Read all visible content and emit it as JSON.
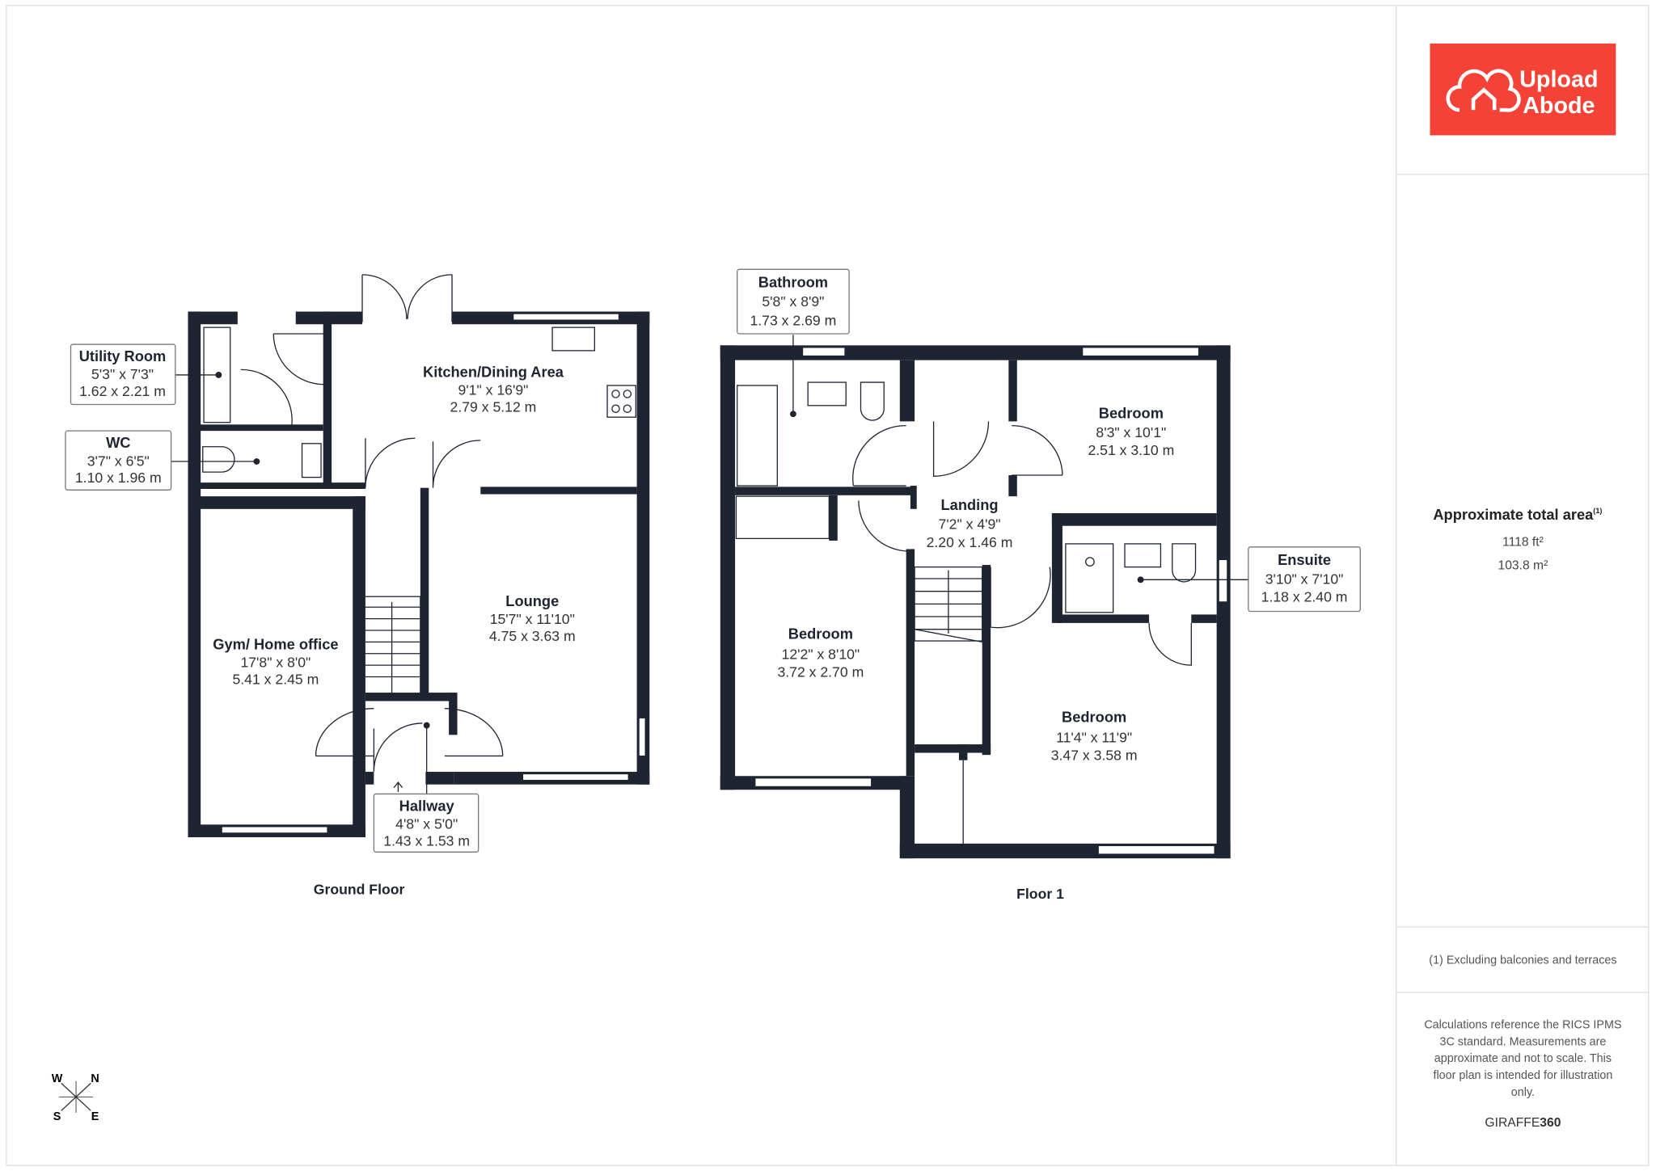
{
  "brand": {
    "logo_text": [
      "Upload",
      "Abode"
    ],
    "logo_color": "#f44336"
  },
  "ground_floor": {
    "label": "Ground Floor",
    "rooms": [
      {
        "name": "Kitchen/Dining Area",
        "imperial": "9'1\" x 16'9\"",
        "metric": "2.79 x 5.12 m"
      },
      {
        "name": "Utility Room",
        "imperial": "5'3\" x 7'3\"",
        "metric": "1.62 x 2.21 m"
      },
      {
        "name": "WC",
        "imperial": "3'7\" x 6'5\"",
        "metric": "1.10 x 1.96 m"
      },
      {
        "name": "Lounge",
        "imperial": "15'7\" x 11'10\"",
        "metric": "4.75 x 3.63 m"
      },
      {
        "name": "Gym/ Home office",
        "imperial": "17'8\" x 8'0\"",
        "metric": "5.41 x 2.45 m"
      },
      {
        "name": "Hallway",
        "imperial": "4'8\" x 5'0\"",
        "metric": "1.43 x 1.53 m"
      }
    ]
  },
  "floor_1": {
    "label": "Floor 1",
    "rooms": [
      {
        "name": "Bathroom",
        "imperial": "5'8\" x 8'9\"",
        "metric": "1.73 x 2.69 m"
      },
      {
        "name": "Bedroom",
        "imperial": "8'3\" x 10'1\"",
        "metric": "2.51 x 3.10 m"
      },
      {
        "name": "Landing",
        "imperial": "7'2\" x 4'9\"",
        "metric": "2.20 x 1.46 m"
      },
      {
        "name": "Ensuite",
        "imperial": "3'10\" x 7'10\"",
        "metric": "1.18 x 2.40 m"
      },
      {
        "name": "Bedroom",
        "imperial": "12'2\" x 8'10\"",
        "metric": "3.72 x 2.70 m"
      },
      {
        "name": "Bedroom",
        "imperial": "11'4\" x 11'9\"",
        "metric": "3.47 x 3.58 m"
      }
    ]
  },
  "compass": {
    "w": "W",
    "n": "N",
    "s": "S",
    "e": "E"
  },
  "sidebar": {
    "area_title": "Approximate total area",
    "area_footnote_mark": "(1)",
    "area_ft": "1118 ft²",
    "area_m": "103.8 m²",
    "footnote": "(1) Excluding balconies and terraces",
    "disclaimer": [
      "Calculations reference the RICS IPMS",
      "3C standard. Measurements are",
      "approximate and not to scale. This",
      "floor plan is intended for illustration",
      "only."
    ],
    "credit_light": "GIRAFFE",
    "credit_bold": "360"
  }
}
